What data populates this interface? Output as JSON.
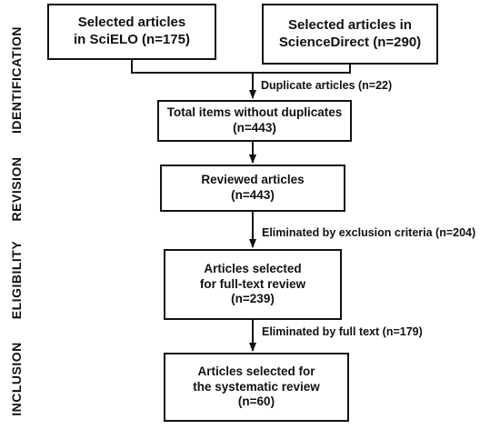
{
  "stages": [
    "IDENTIFICATION",
    "REVISION",
    "ELIGIBILITY",
    "INCLUSION"
  ],
  "boxes": {
    "scielo": [
      "Selected articles",
      "in SciELO (n=175)"
    ],
    "sciencedirect": [
      "Selected articles in",
      "ScienceDirect (n=290)"
    ],
    "total": [
      "Total items without duplicates",
      "(n=443)"
    ],
    "reviewed": [
      "Reviewed articles",
      "(n=443)"
    ],
    "fulltext": [
      "Articles selected",
      "for full-text review",
      "(n=239)"
    ],
    "systematic": [
      "Articles selected for",
      "the systematic review",
      "(n=60)"
    ]
  },
  "notes": {
    "duplicates": "Duplicate articles (n=22)",
    "exclusion": "Eliminated by exclusion criteria (n=204)",
    "full_text": "Eliminated by full text (n=179)"
  }
}
